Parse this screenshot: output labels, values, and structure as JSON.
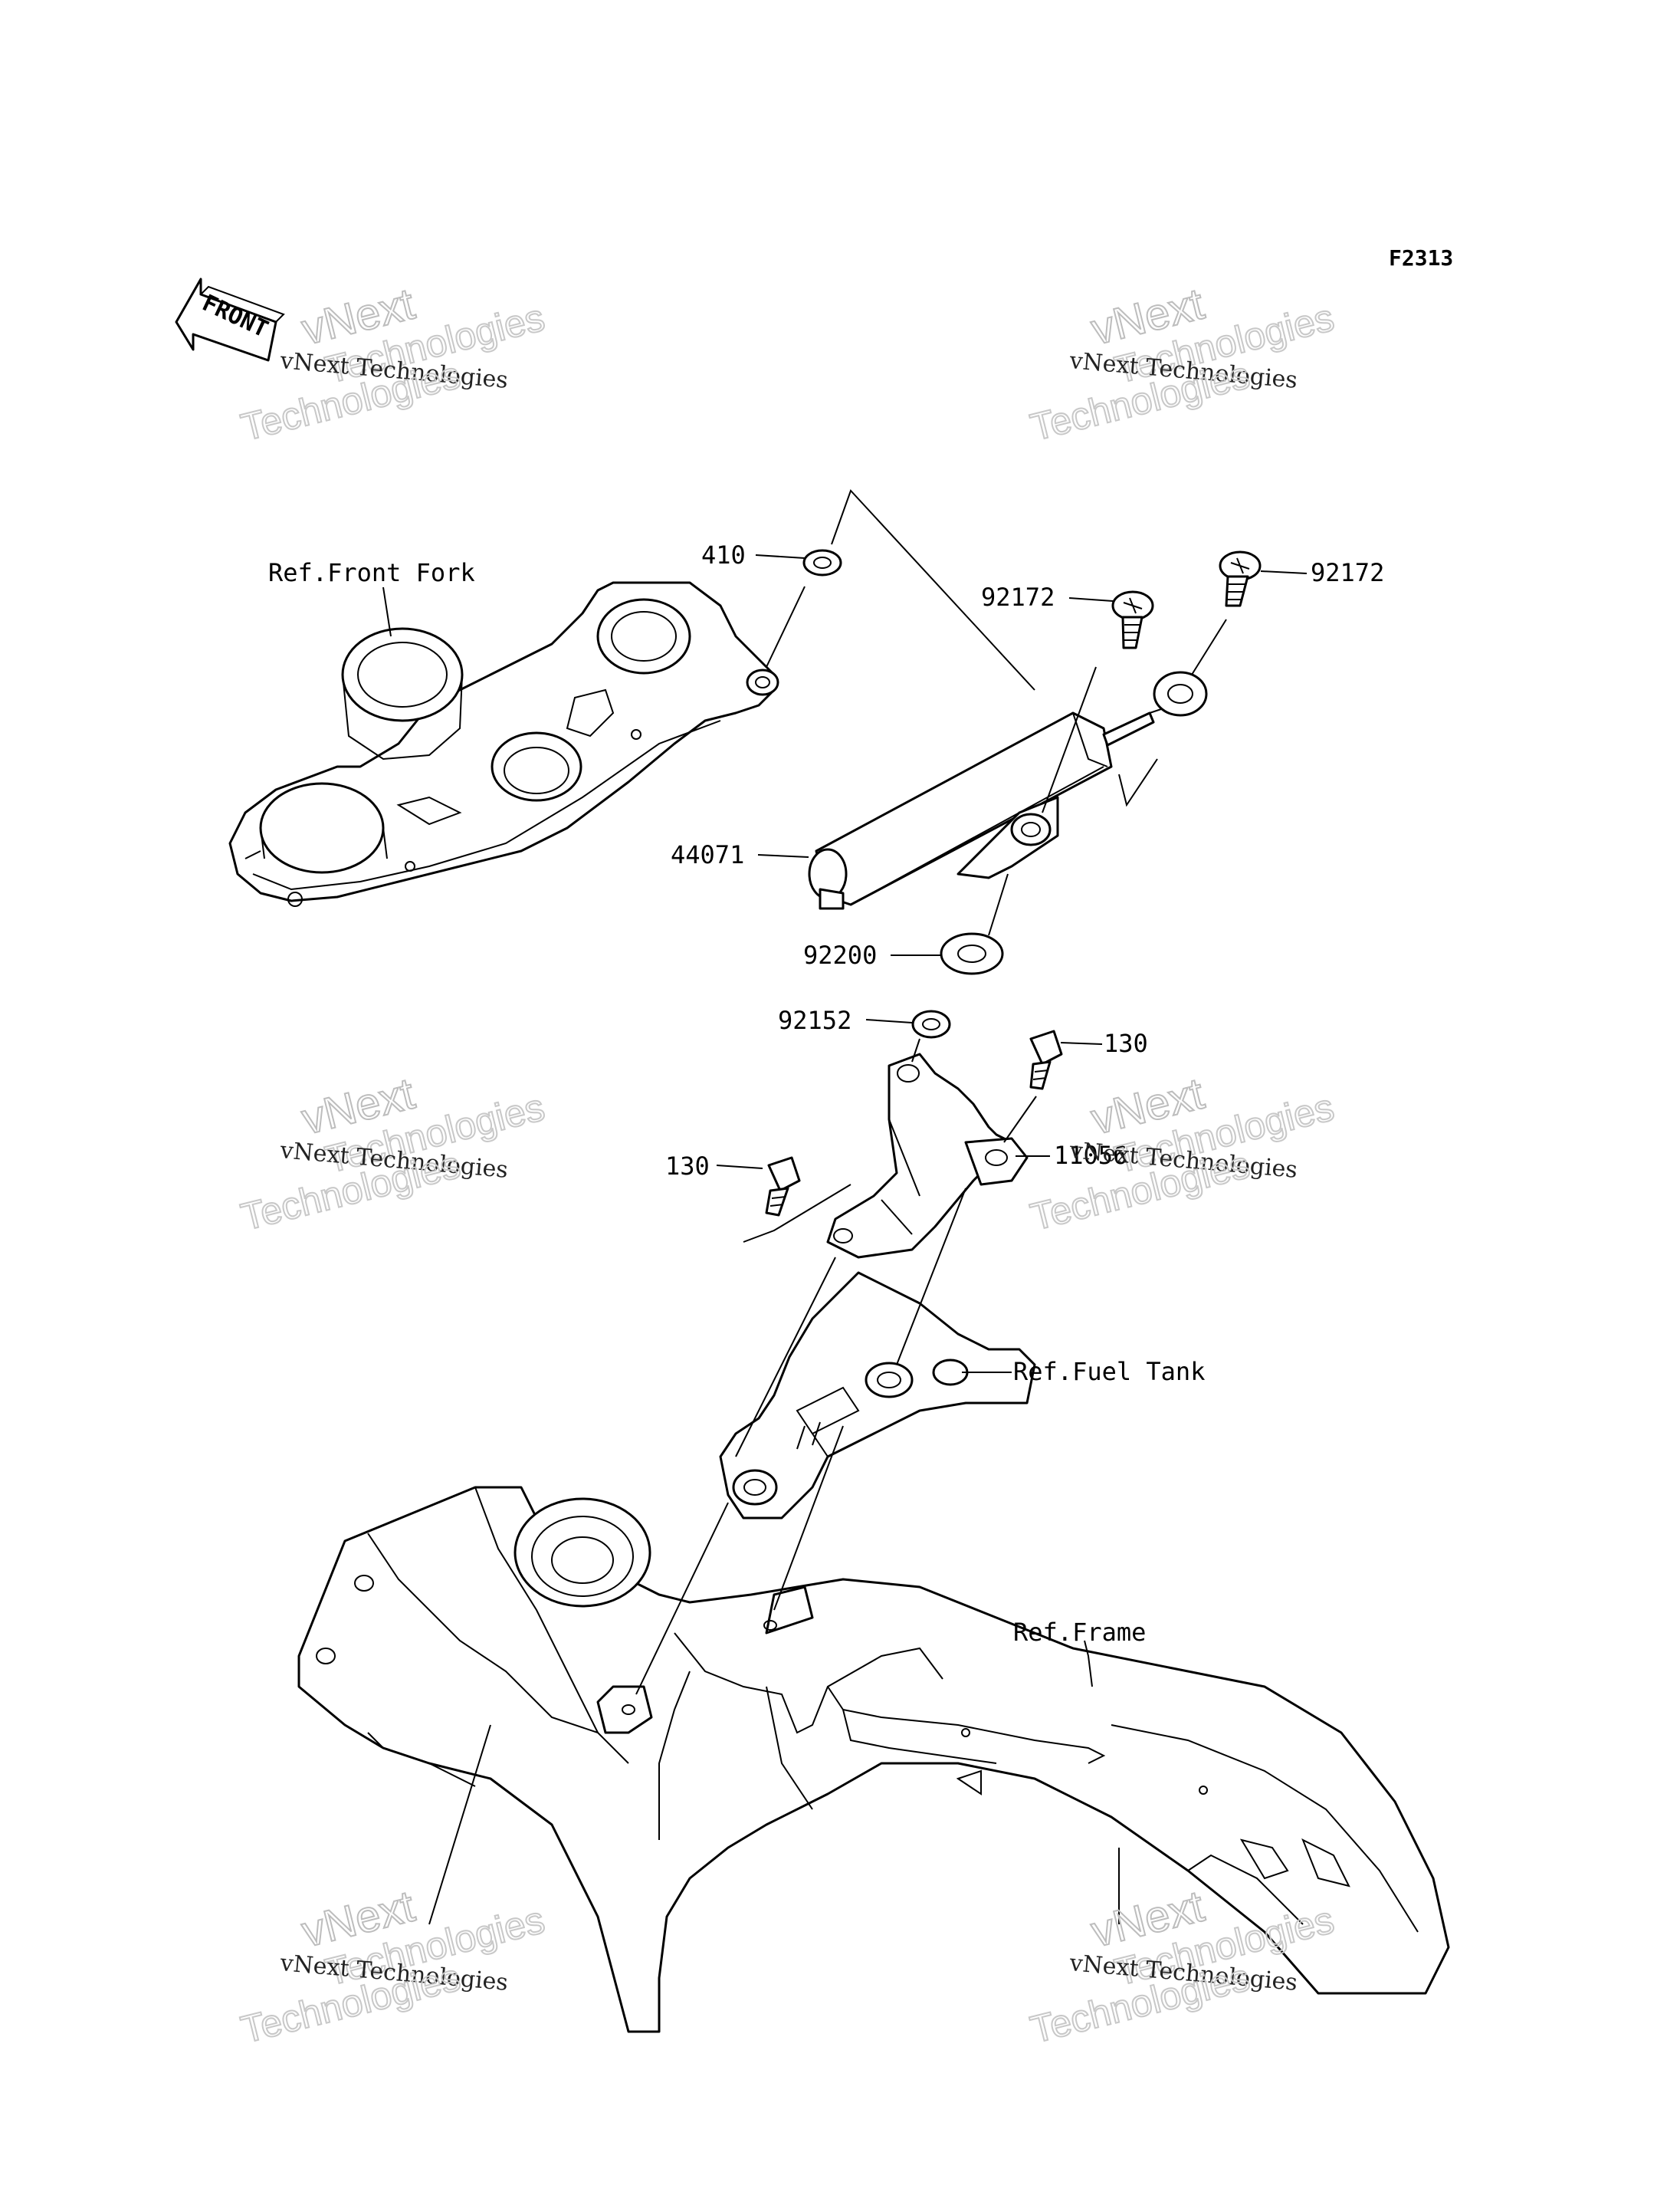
{
  "diagram": {
    "code": "F2313",
    "front_arrow_text": "FRONT",
    "parts": {
      "p410": "410",
      "p92172_left": "92172",
      "p92172_right": "92172",
      "p44071": "44071",
      "p92200": "92200",
      "p92152": "92152",
      "p130_right": "130",
      "p130_left": "130",
      "p11056": "11056"
    },
    "references": {
      "front_fork": "Ref.Front Fork",
      "fuel_tank": "Ref.Fuel Tank",
      "frame": "Ref.Frame"
    },
    "watermark": {
      "line1": "vNext Technologies",
      "line2": "vNext",
      "line3": "Technologies"
    }
  }
}
